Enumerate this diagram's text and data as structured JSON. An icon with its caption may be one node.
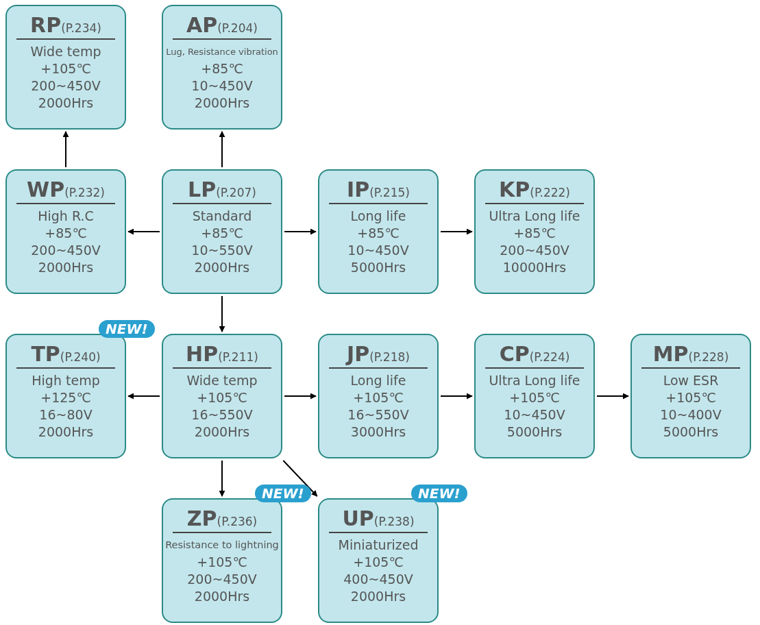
{
  "diagram": {
    "nodes": [
      {
        "text": [
          "RP",
          "(P.234)",
          "Wide temp",
          "+105℃",
          "200~450V",
          "2000Hrs"
        ]
      },
      {
        "text": [
          "AP",
          "(P.204)",
          "Lug, Resistance vibration",
          "+85℃",
          "10~450V",
          "2000Hrs"
        ]
      },
      {
        "text": [
          "WP",
          "(P.232)",
          "High R.C",
          "+85℃",
          "200~450V",
          "2000Hrs"
        ]
      },
      {
        "text": [
          "LP",
          "(P.207)",
          "Standard",
          "+85℃",
          "10~550V",
          "2000Hrs"
        ]
      },
      {
        "text": [
          "IP",
          "(P.215)",
          "Long life",
          "+85℃",
          "10~450V",
          "5000Hrs"
        ]
      },
      {
        "text": [
          "KP",
          "(P.222)",
          "Ultra Long life",
          "+85℃",
          "200~450V",
          "10000Hrs"
        ]
      },
      {
        "text": [
          "TP",
          "(P.240)",
          "High temp",
          "+125℃",
          "16~80V",
          "2000Hrs"
        ],
        "beside": [
          "NEW!"
        ]
      },
      {
        "text": [
          "HP",
          "(P.211)",
          "Wide temp",
          "+105℃",
          "16~550V",
          "2000Hrs"
        ]
      },
      {
        "text": [
          "JP",
          "(P.218)",
          "Long life",
          "+105℃",
          "16~550V",
          "3000Hrs"
        ]
      },
      {
        "text": [
          "CP",
          "(P.224)",
          "Ultra Long life",
          "+105℃",
          "10~450V",
          "5000Hrs"
        ]
      },
      {
        "text": [
          "MP",
          "(P.228)",
          "Low ESR",
          "+105℃",
          "10~400V",
          "5000Hrs"
        ]
      },
      {
        "text": [
          "ZP",
          "(P.236)",
          "Resistance to lightning",
          "+105℃",
          "200~450V",
          "2000Hrs"
        ],
        "beside": [
          "NEW!"
        ]
      },
      {
        "text": [
          "UP",
          "(P.238)",
          "Miniaturized",
          "+105℃",
          "400~450V",
          "2000Hrs"
        ],
        "beside": [
          "NEW!"
        ]
      }
    ],
    "edges": [
      {
        "from": 2,
        "to": 0,
        "arrow": "to"
      },
      {
        "from": 3,
        "to": 1,
        "arrow": "to"
      },
      {
        "from": 3,
        "to": 2,
        "arrow": "to"
      },
      {
        "from": 3,
        "to": 4,
        "arrow": "to"
      },
      {
        "from": 4,
        "to": 5,
        "arrow": "to"
      },
      {
        "from": 3,
        "to": 7,
        "arrow": "to"
      },
      {
        "from": 7,
        "to": 6,
        "arrow": "to"
      },
      {
        "from": 7,
        "to": 8,
        "arrow": "to"
      },
      {
        "from": 8,
        "to": 9,
        "arrow": "to"
      },
      {
        "from": 9,
        "to": 10,
        "arrow": "to"
      },
      {
        "from": 7,
        "to": 11,
        "arrow": "to"
      },
      {
        "from": 7,
        "to": 12,
        "arrow": "to"
      }
    ]
  }
}
